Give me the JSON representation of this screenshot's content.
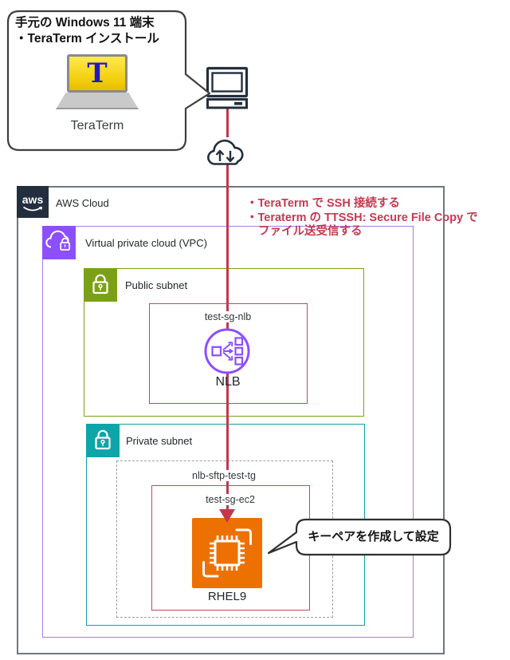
{
  "local_callout": {
    "title_line1": "手元の Windows 11 端末",
    "title_line2": "・TeraTerm インストール",
    "app_letter": "T",
    "app_label": "TeraTerm"
  },
  "aws_cloud": {
    "logo_text": "aws",
    "label": "AWS Cloud"
  },
  "vpc": {
    "label": "Virtual private cloud (VPC)"
  },
  "public_subnet": {
    "label": "Public subnet",
    "security_group": "test-sg-nlb",
    "nlb_label": "NLB"
  },
  "private_subnet": {
    "label": "Private subnet",
    "target_group": "nlb-sftp-test-tg",
    "security_group": "test-sg-ec2",
    "server_label": "RHEL9"
  },
  "notes": {
    "ssh_line1": "・TeraTerm で SSH 接続する",
    "ssh_line2": "・Teraterm の TTSSH: Secure File Copy で",
    "ssh_line3": "ファイル送受信する",
    "keypair": "キーペアを作成して設定"
  },
  "colors": {
    "red_line": "#c0394b",
    "note_red": "#c7384f",
    "nlb_purple": "#8c4fff",
    "ec2_orange": "#ed7100",
    "public_green": "#7aa116",
    "private_teal": "#0da5a7",
    "vpc_purple": "#a57ee8",
    "security_group_red": "#c4485c",
    "aws_dark": "#232f3e"
  }
}
